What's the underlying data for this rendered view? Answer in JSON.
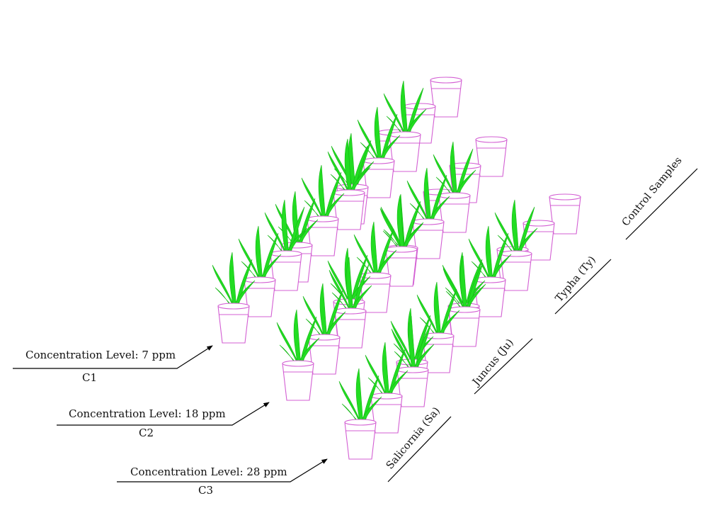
{
  "concentrations": [
    {
      "label": "Concentration Level: 7 ppm",
      "code": "C1"
    },
    {
      "label": "Concentration Level: 18 ppm",
      "code": "C2"
    },
    {
      "label": "Concentration Level: 28 ppm",
      "code": "C3"
    }
  ],
  "groups": [
    {
      "label": "Salicornia (Sa)",
      "planted": true
    },
    {
      "label": "Juncus (Ju)",
      "planted": true
    },
    {
      "label": "Typha (Ty)",
      "planted": true
    },
    {
      "label": "Control Samples",
      "planted": false
    }
  ],
  "colors": {
    "pot": "#d35fd3",
    "plant": "#22dd22",
    "line": "#000000"
  }
}
